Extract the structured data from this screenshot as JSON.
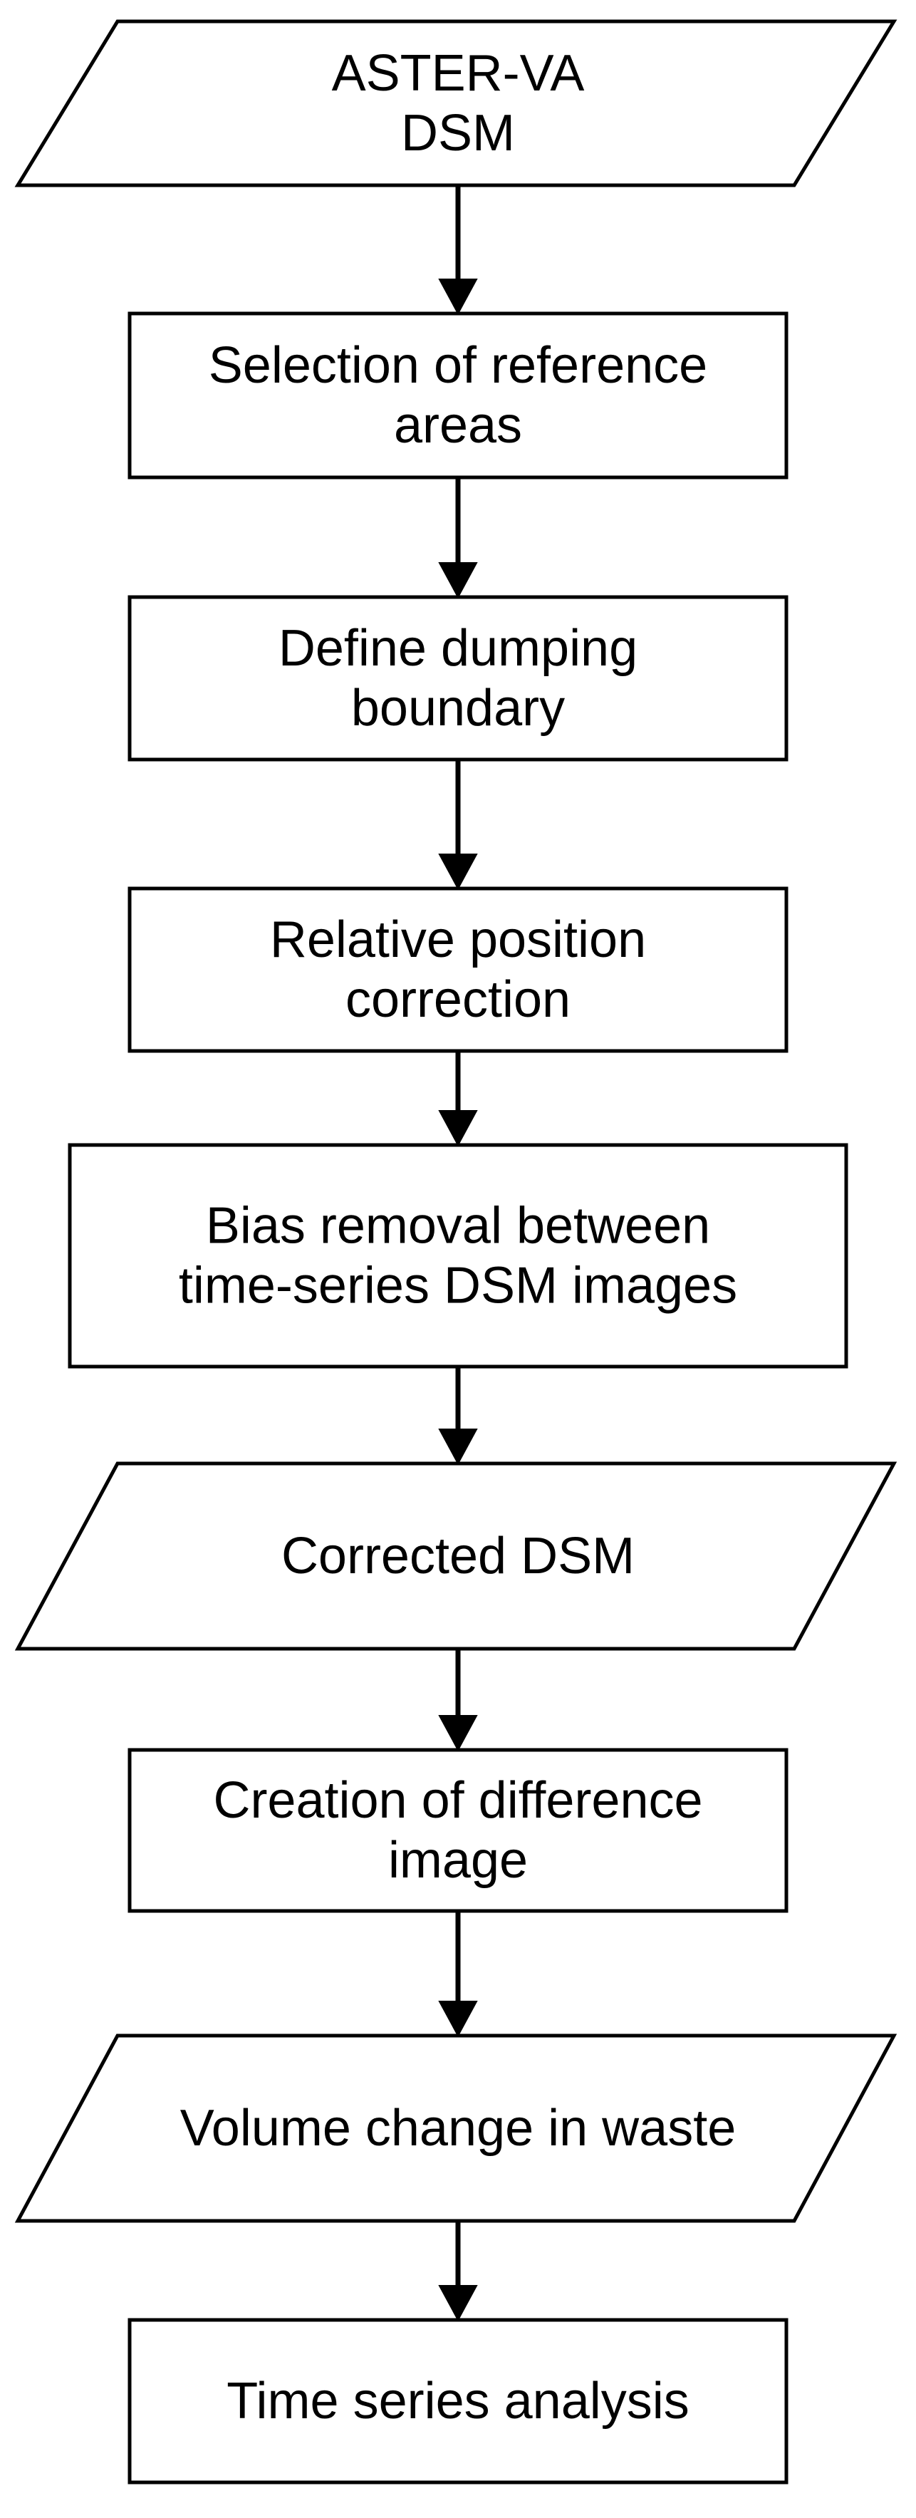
{
  "nodes": [
    {
      "id": "aster-va-dsm",
      "shape": "parallelogram",
      "lines": [
        "ASTER-VA",
        "DSM"
      ]
    },
    {
      "id": "selection-of-reference-areas",
      "shape": "rectangle",
      "lines": [
        "Selection of reference",
        "areas"
      ]
    },
    {
      "id": "define-dumping-boundary",
      "shape": "rectangle",
      "lines": [
        "Define dumping",
        "boundary"
      ]
    },
    {
      "id": "relative-position-correction",
      "shape": "rectangle",
      "lines": [
        "Relative position",
        "correction"
      ]
    },
    {
      "id": "bias-removal",
      "shape": "rectangle",
      "lines": [
        "Bias removal between",
        "time-series DSM images"
      ]
    },
    {
      "id": "corrected-dsm",
      "shape": "parallelogram",
      "lines": [
        "Corrected DSM"
      ]
    },
    {
      "id": "creation-of-difference-image",
      "shape": "rectangle",
      "lines": [
        "Creation of difference",
        "image"
      ]
    },
    {
      "id": "volume-change-in-waste",
      "shape": "parallelogram",
      "lines": [
        "Volume change in waste"
      ]
    },
    {
      "id": "time-series-analysis",
      "shape": "rectangle",
      "lines": [
        "Time series analysis"
      ]
    }
  ],
  "edges": [
    {
      "from": "aster-va-dsm",
      "to": "selection-of-reference-areas"
    },
    {
      "from": "selection-of-reference-areas",
      "to": "define-dumping-boundary"
    },
    {
      "from": "define-dumping-boundary",
      "to": "relative-position-correction"
    },
    {
      "from": "relative-position-correction",
      "to": "bias-removal"
    },
    {
      "from": "bias-removal",
      "to": "corrected-dsm"
    },
    {
      "from": "corrected-dsm",
      "to": "creation-of-difference-image"
    },
    {
      "from": "creation-of-difference-image",
      "to": "volume-change-in-waste"
    },
    {
      "from": "volume-change-in-waste",
      "to": "time-series-analysis"
    }
  ]
}
